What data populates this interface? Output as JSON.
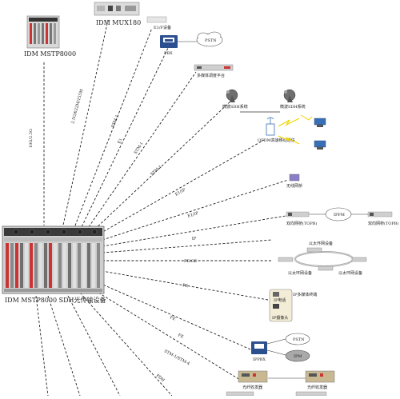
{
  "devices": {
    "mux": "IDM MUX180",
    "mstp_top": "IDM MSTP8000",
    "e1": "E1/F设备",
    "pbx": "PBX",
    "pstn_top": "PSTN",
    "media": "多媒体调度平台",
    "microwave1": "微波SDH系统",
    "microwave2": "微波SDH系统",
    "ofdm": "OFDM高速移动通信",
    "bridge": "无线网桥",
    "ipfabric": "IPFM",
    "optical_left": "双向网桥(TOPB)",
    "optical_right": "双向网桥(TOPB)",
    "ring_top": "以太环网设备",
    "ring_right": "以太环网设备",
    "ring_left": "以太环网设备",
    "ip_phone": "IP电话",
    "ip_cam": "IP摄像头",
    "ip_media": "IP多媒体终端",
    "ippbx": "IPPBX",
    "pstn_bottom": "PSTN",
    "ipnet": "IPM",
    "tx_left": "光纤收发器",
    "tx_right": "光纤收发器",
    "main": "IDM MSTP8000 SDH光传输设备"
  },
  "links": {
    "vertical": "10G/2.5G",
    "mux": "2.5G/622M/155M",
    "stm1_a": "STM-1",
    "e1": "E1",
    "stm1_b": "STM-1",
    "stm1_c": "STM-1",
    "e1ip": "E1/IP",
    "e1ip_b": "E1/IP",
    "ip": "IP",
    "fege": "FE/GE",
    "fe": "FE",
    "fe_b": "FE",
    "fe_c": "FE",
    "stm": "STM-1/STM-4",
    "pdh": "PDH"
  }
}
